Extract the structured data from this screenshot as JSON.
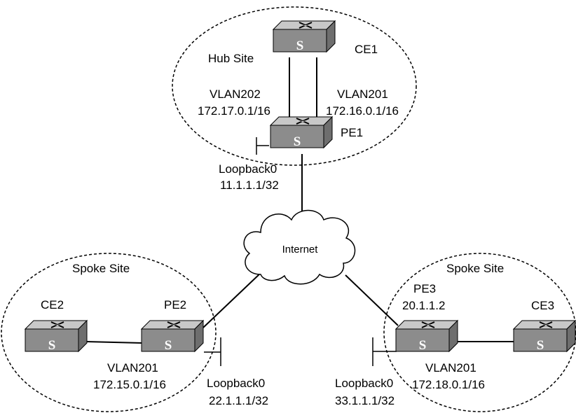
{
  "sites": {
    "hub": {
      "title": "Hub Site"
    },
    "spoke_left": {
      "title": "Spoke Site"
    },
    "spoke_right": {
      "title": "Spoke Site"
    }
  },
  "devices": {
    "ce1": {
      "name": "CE1",
      "icon": "switch-icon",
      "letter": "S"
    },
    "pe1": {
      "name": "PE1",
      "icon": "switch-icon",
      "letter": "S"
    },
    "ce2": {
      "name": "CE2",
      "icon": "switch-icon",
      "letter": "S"
    },
    "pe2": {
      "name": "PE2",
      "icon": "switch-icon",
      "letter": "S"
    },
    "pe3": {
      "name": "PE3",
      "icon": "switch-icon",
      "letter": "S",
      "address": "20.1.1.2"
    },
    "ce3": {
      "name": "CE3",
      "icon": "switch-icon",
      "letter": "S"
    }
  },
  "links": {
    "hub_left": {
      "vlan": "VLAN202",
      "ip": "172.17.0.1/16"
    },
    "hub_right": {
      "vlan": "VLAN201",
      "ip": "172.16.0.1/16"
    },
    "spoke_left": {
      "vlan": "VLAN201",
      "ip": "172.15.0.1/16"
    },
    "spoke_right": {
      "vlan": "VLAN201",
      "ip": "172.18.0.1/16"
    }
  },
  "loopbacks": {
    "pe1": {
      "name": "Loopback0",
      "ip": "11.1.1.1/32"
    },
    "pe2": {
      "name": "Loopback0",
      "ip": "22.1.1.1/32"
    },
    "pe3": {
      "name": "Loopback0",
      "ip": "33.1.1.1/32"
    }
  },
  "cloud": {
    "label": "Internet",
    "icon": "cloud-icon"
  },
  "colors": {
    "switch_top": "#c8c8c8",
    "switch_front": "#8c8c8c",
    "switch_side": "#6e6e6e",
    "line": "#000000"
  }
}
